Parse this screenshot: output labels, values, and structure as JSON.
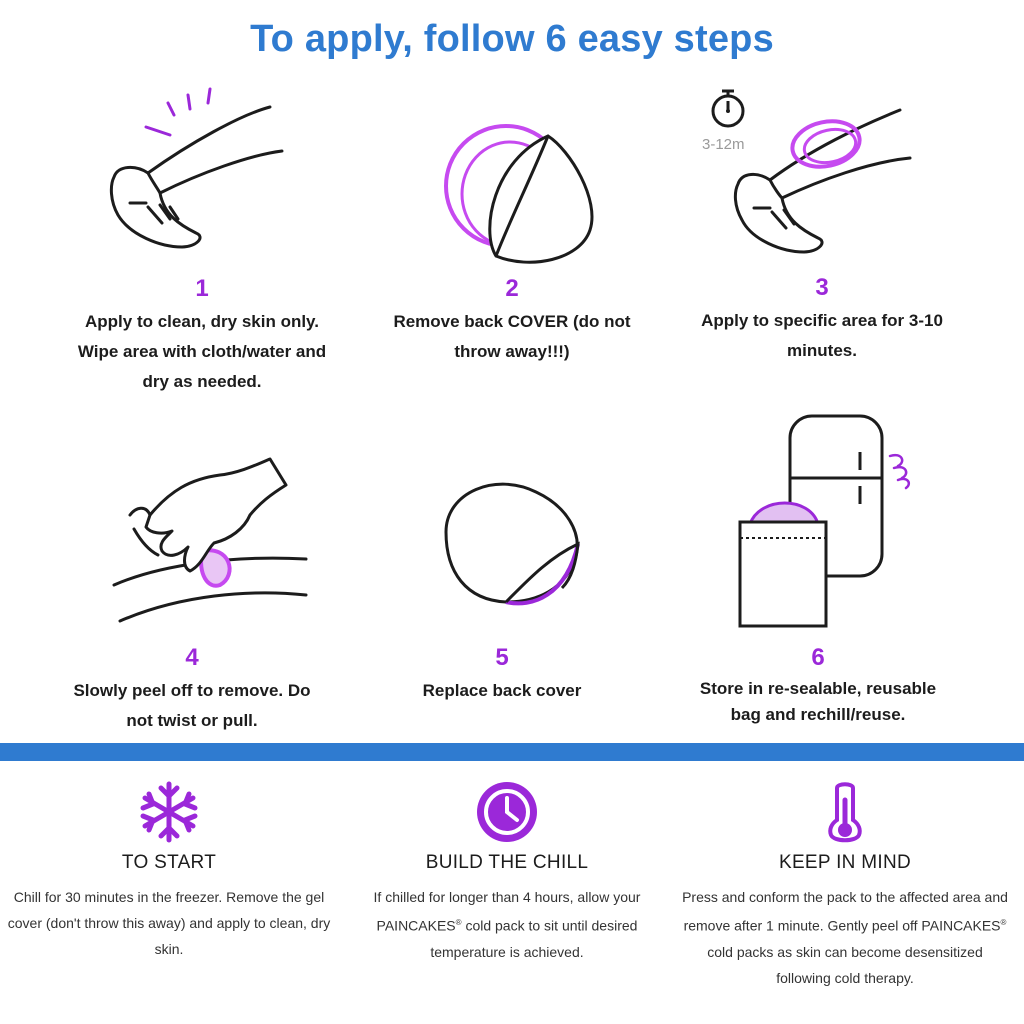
{
  "title": "To apply, follow 6 easy steps",
  "colors": {
    "blue": "#2f7bd0",
    "purple": "#9b28d9",
    "magenta": "#c64af0",
    "ink": "#1c1c1c"
  },
  "steps": [
    {
      "number": "1",
      "text": "Apply to clean, dry skin only. Wipe area with cloth/water and dry as needed.",
      "icon": "leg-foot-icon"
    },
    {
      "number": "2",
      "text": "Remove back COVER (do not throw away!!!)",
      "icon": "peel-cover-icon"
    },
    {
      "number": "3",
      "text": "Apply to specific area for 3-10 minutes.",
      "icon": "leg-with-pack-icon"
    },
    {
      "number": "4",
      "text": "Slowly peel off to remove. Do not twist or pull.",
      "icon": "hand-peel-icon"
    },
    {
      "number": "5",
      "text": "Replace back cover",
      "icon": "replace-cover-icon"
    },
    {
      "number": "6",
      "text": "Store in re-sealable, reusable bag and rechill/reuse.",
      "icon": "fridge-bag-icon"
    }
  ],
  "timer_label": "3-12m",
  "info": [
    {
      "heading": "TO START",
      "icon": "snowflake-icon",
      "body": "Chill for 30 minutes in the freezer. Remove the gel cover (don't throw this away) and apply to clean, dry skin."
    },
    {
      "heading": "BUILD THE CHILL",
      "icon": "clock-icon",
      "body_before": "If chilled for longer than 4 hours, allow your PAINCAKES",
      "body_after": " cold pack to sit until desired temperature is achieved."
    },
    {
      "heading": "KEEP IN MIND",
      "icon": "thermometer-icon",
      "body_before": "Press and conform the pack to the affected area and remove after 1 minute. Gently peel off PAINCAKES",
      "body_after": " cold packs as skin can become desensitized following cold therapy."
    }
  ],
  "registered_mark": "®"
}
